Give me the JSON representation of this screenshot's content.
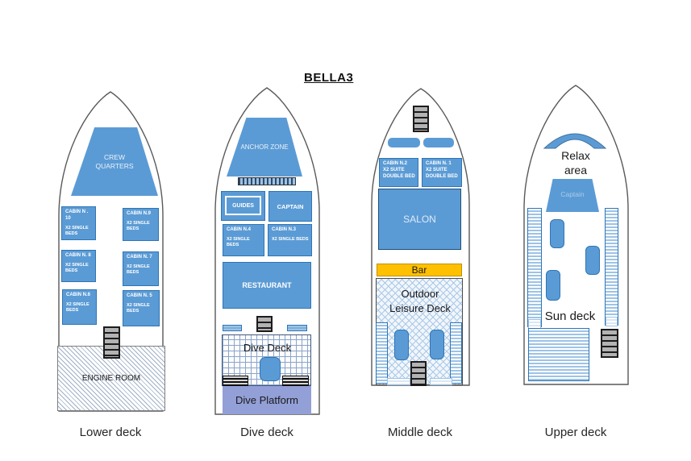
{
  "title": "BELLA3",
  "colors": {
    "room_blue": "#5B9BD5",
    "room_border": "#2E75B6",
    "bar_orange": "#FFC000",
    "dive_platform": "#939FD7",
    "light_blue": "#9DC3E6",
    "stairs_gray": "#B3B3B3"
  },
  "decks": {
    "lower": {
      "label": "Lower deck",
      "crew_quarters": "CREW QUARTERS",
      "engine_room": "ENGINE ROOM",
      "cabins": [
        {
          "name": "CABIN N . 10",
          "beds": "X2 SINGLE BEDS"
        },
        {
          "name": "CABIN N.9",
          "beds": "X2 SINGLE BEDS"
        },
        {
          "name": "CABIN N. 8",
          "beds": "X2 SINGLE BEDS"
        },
        {
          "name": "CABIN N. 7",
          "beds": "X2 SINGLE BEDS"
        },
        {
          "name": "CABIN N.6",
          "beds": "X2 SINGLE BEDS"
        },
        {
          "name": "CABIN N. 5",
          "beds": "X2 SINGLE BEDS"
        }
      ]
    },
    "dive": {
      "label": "Dive deck",
      "anchor_zone": "ANCHOR ZONE",
      "guides": "GUIDES",
      "captain": "CAPTAIN",
      "cabins": [
        {
          "name": "CABIN N.4",
          "beds": "X2 SINGLE BEDS"
        },
        {
          "name": "CABIN N.3",
          "beds": "X2 SINGLE BEDS"
        }
      ],
      "restaurant": "RESTAURANT",
      "dive_deck": "Dive Deck",
      "dive_platform": "Dive Platform"
    },
    "middle": {
      "label": "Middle deck",
      "cabins": [
        {
          "name": "CABIN N.2",
          "suite": "X2 SUITE",
          "bed": "DOUBLE BED"
        },
        {
          "name": "CABIN N. 1",
          "suite": "X2 SUITE",
          "bed": "DOUBLE BED"
        }
      ],
      "salon": "SALON",
      "bar": "Bar",
      "outdoor_line1": "Outdoor",
      "outdoor_line2": "Leisure Deck"
    },
    "upper": {
      "label": "Upper deck",
      "relax_line1": "Relax",
      "relax_line2": "area",
      "captain": "Captain",
      "sun_deck": "Sun deck"
    }
  }
}
